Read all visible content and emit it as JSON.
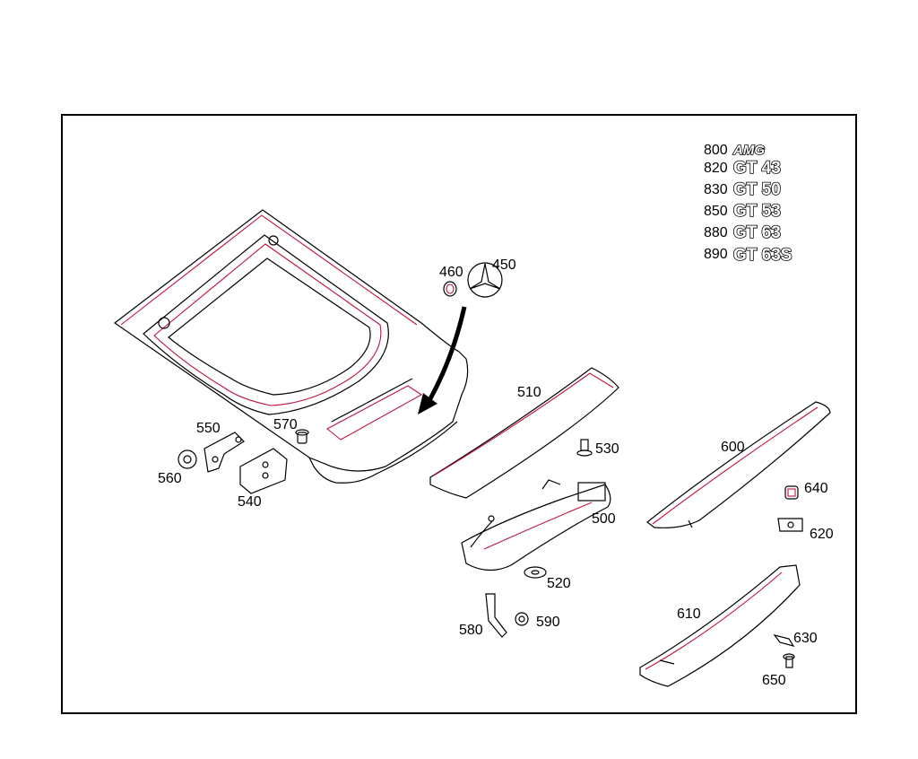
{
  "parts": [
    {
      "num": "460"
    },
    {
      "num": "450"
    },
    {
      "num": "510"
    },
    {
      "num": "530"
    },
    {
      "num": "600"
    },
    {
      "num": "550"
    },
    {
      "num": "570"
    },
    {
      "num": "560"
    },
    {
      "num": "540"
    },
    {
      "num": "640"
    },
    {
      "num": "500"
    },
    {
      "num": "620"
    },
    {
      "num": "520"
    },
    {
      "num": "610"
    },
    {
      "num": "580"
    },
    {
      "num": "590"
    },
    {
      "num": "630"
    },
    {
      "num": "650"
    }
  ],
  "badges": [
    {
      "num": "800",
      "text": "AMG"
    },
    {
      "num": "820",
      "text": "GT 43"
    },
    {
      "num": "830",
      "text": "GT 50"
    },
    {
      "num": "850",
      "text": "GT 53"
    },
    {
      "num": "880",
      "text": "GT 63"
    },
    {
      "num": "890",
      "text": "GT 63S"
    }
  ],
  "colors": {
    "line": "#000000",
    "highlight": "#c0143c",
    "background": "#ffffff"
  }
}
